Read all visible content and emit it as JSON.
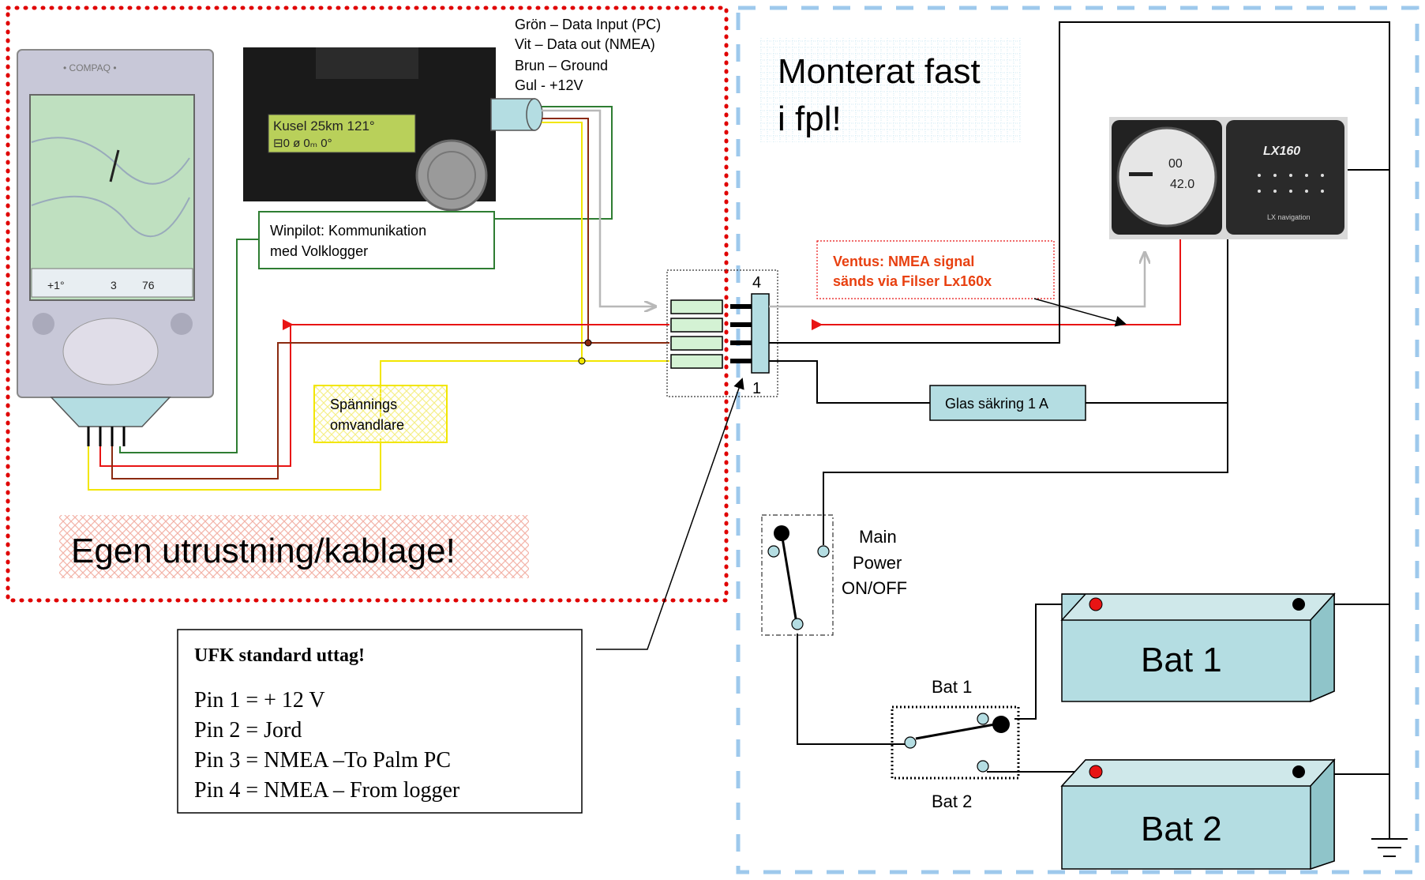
{
  "wire_legend": {
    "green": "Grön – Data Input (PC)",
    "white": "Vit – Data out (NMEA)",
    "brown": "Brun – Ground",
    "yellow": "Gul - +12V"
  },
  "fixed_region_label": {
    "line1": "Monterat fast",
    "line2": "i fpl!"
  },
  "own_equipment_label": "Egen utrustning/kablage!",
  "winpilot_note": {
    "line1": "Winpilot: Kommunikation",
    "line2": "med Volklogger"
  },
  "ventus_note": {
    "line1": "Ventus: NMEA signal",
    "line2": "sänds via Filser Lx160x"
  },
  "voltage_converter": {
    "line1": "Spännings",
    "line2": "omvandlare"
  },
  "connector": {
    "pin_top": "4",
    "pin_bottom": "1"
  },
  "fuse_label": "Glas säkring 1 A",
  "main_switch": {
    "line1": "Main",
    "line2": "Power",
    "line3": "ON/OFF"
  },
  "battery_switch": {
    "top": "Bat 1",
    "bottom": "Bat 2"
  },
  "batteries": [
    "Bat 1",
    "Bat 2"
  ],
  "ufk_box": {
    "title": "UFK standard uttag!",
    "pins": [
      "Pin 1 = + 12 V",
      "Pin 2 = Jord",
      "Pin 3 = NMEA –To Palm PC",
      "Pin 4 = NMEA – From logger"
    ]
  },
  "logger_display": {
    "line1": "Kusel  25km 121°",
    "line2": "⊟0 ø     0ₘ     0°"
  },
  "lx_display": {
    "brand": "LX160",
    "val1": "00",
    "val2": "42.0",
    "sub": "LX navigation"
  },
  "colors": {
    "green": "#2e7d32",
    "brown": "#8b2a10",
    "yellow": "#f2e600",
    "red": "#e81414",
    "grey": "#b8b8b8",
    "teal_box": "#bfe3e6",
    "light_blue_dash": "#9ec9ec",
    "red_dots": "#e00000"
  }
}
